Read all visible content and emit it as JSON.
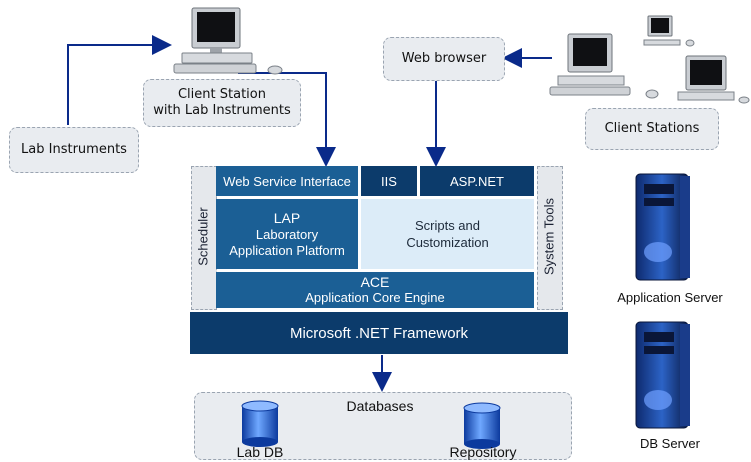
{
  "nodes": {
    "client_station": "Client Station\nwith Lab Instruments",
    "lab_instruments": "Lab Instruments",
    "web_browser": "Web browser",
    "client_stations": "Client Stations",
    "application_server": "Application Server",
    "db_server": "DB Server"
  },
  "stack": {
    "scheduler": "Scheduler",
    "system_tools": "System Tools",
    "web_service_interface": "Web Service Interface",
    "iis": "IIS",
    "aspnet": "ASP.NET",
    "lap_title": "LAP",
    "lap_subtitle": "Laboratory\nApplication Platform",
    "scripts": "Scripts and\nCustomization",
    "ace_title": "ACE",
    "ace_subtitle": "Application Core Engine",
    "net_framework": "Microsoft .NET Framework"
  },
  "databases": {
    "title": "Databases",
    "lab_db": "Lab DB",
    "repository": "Repository"
  },
  "colors": {
    "dark": "#0c3b6b",
    "mid": "#1b5f95",
    "light": "#dcecf8",
    "arrow": "#0a2a8a"
  }
}
